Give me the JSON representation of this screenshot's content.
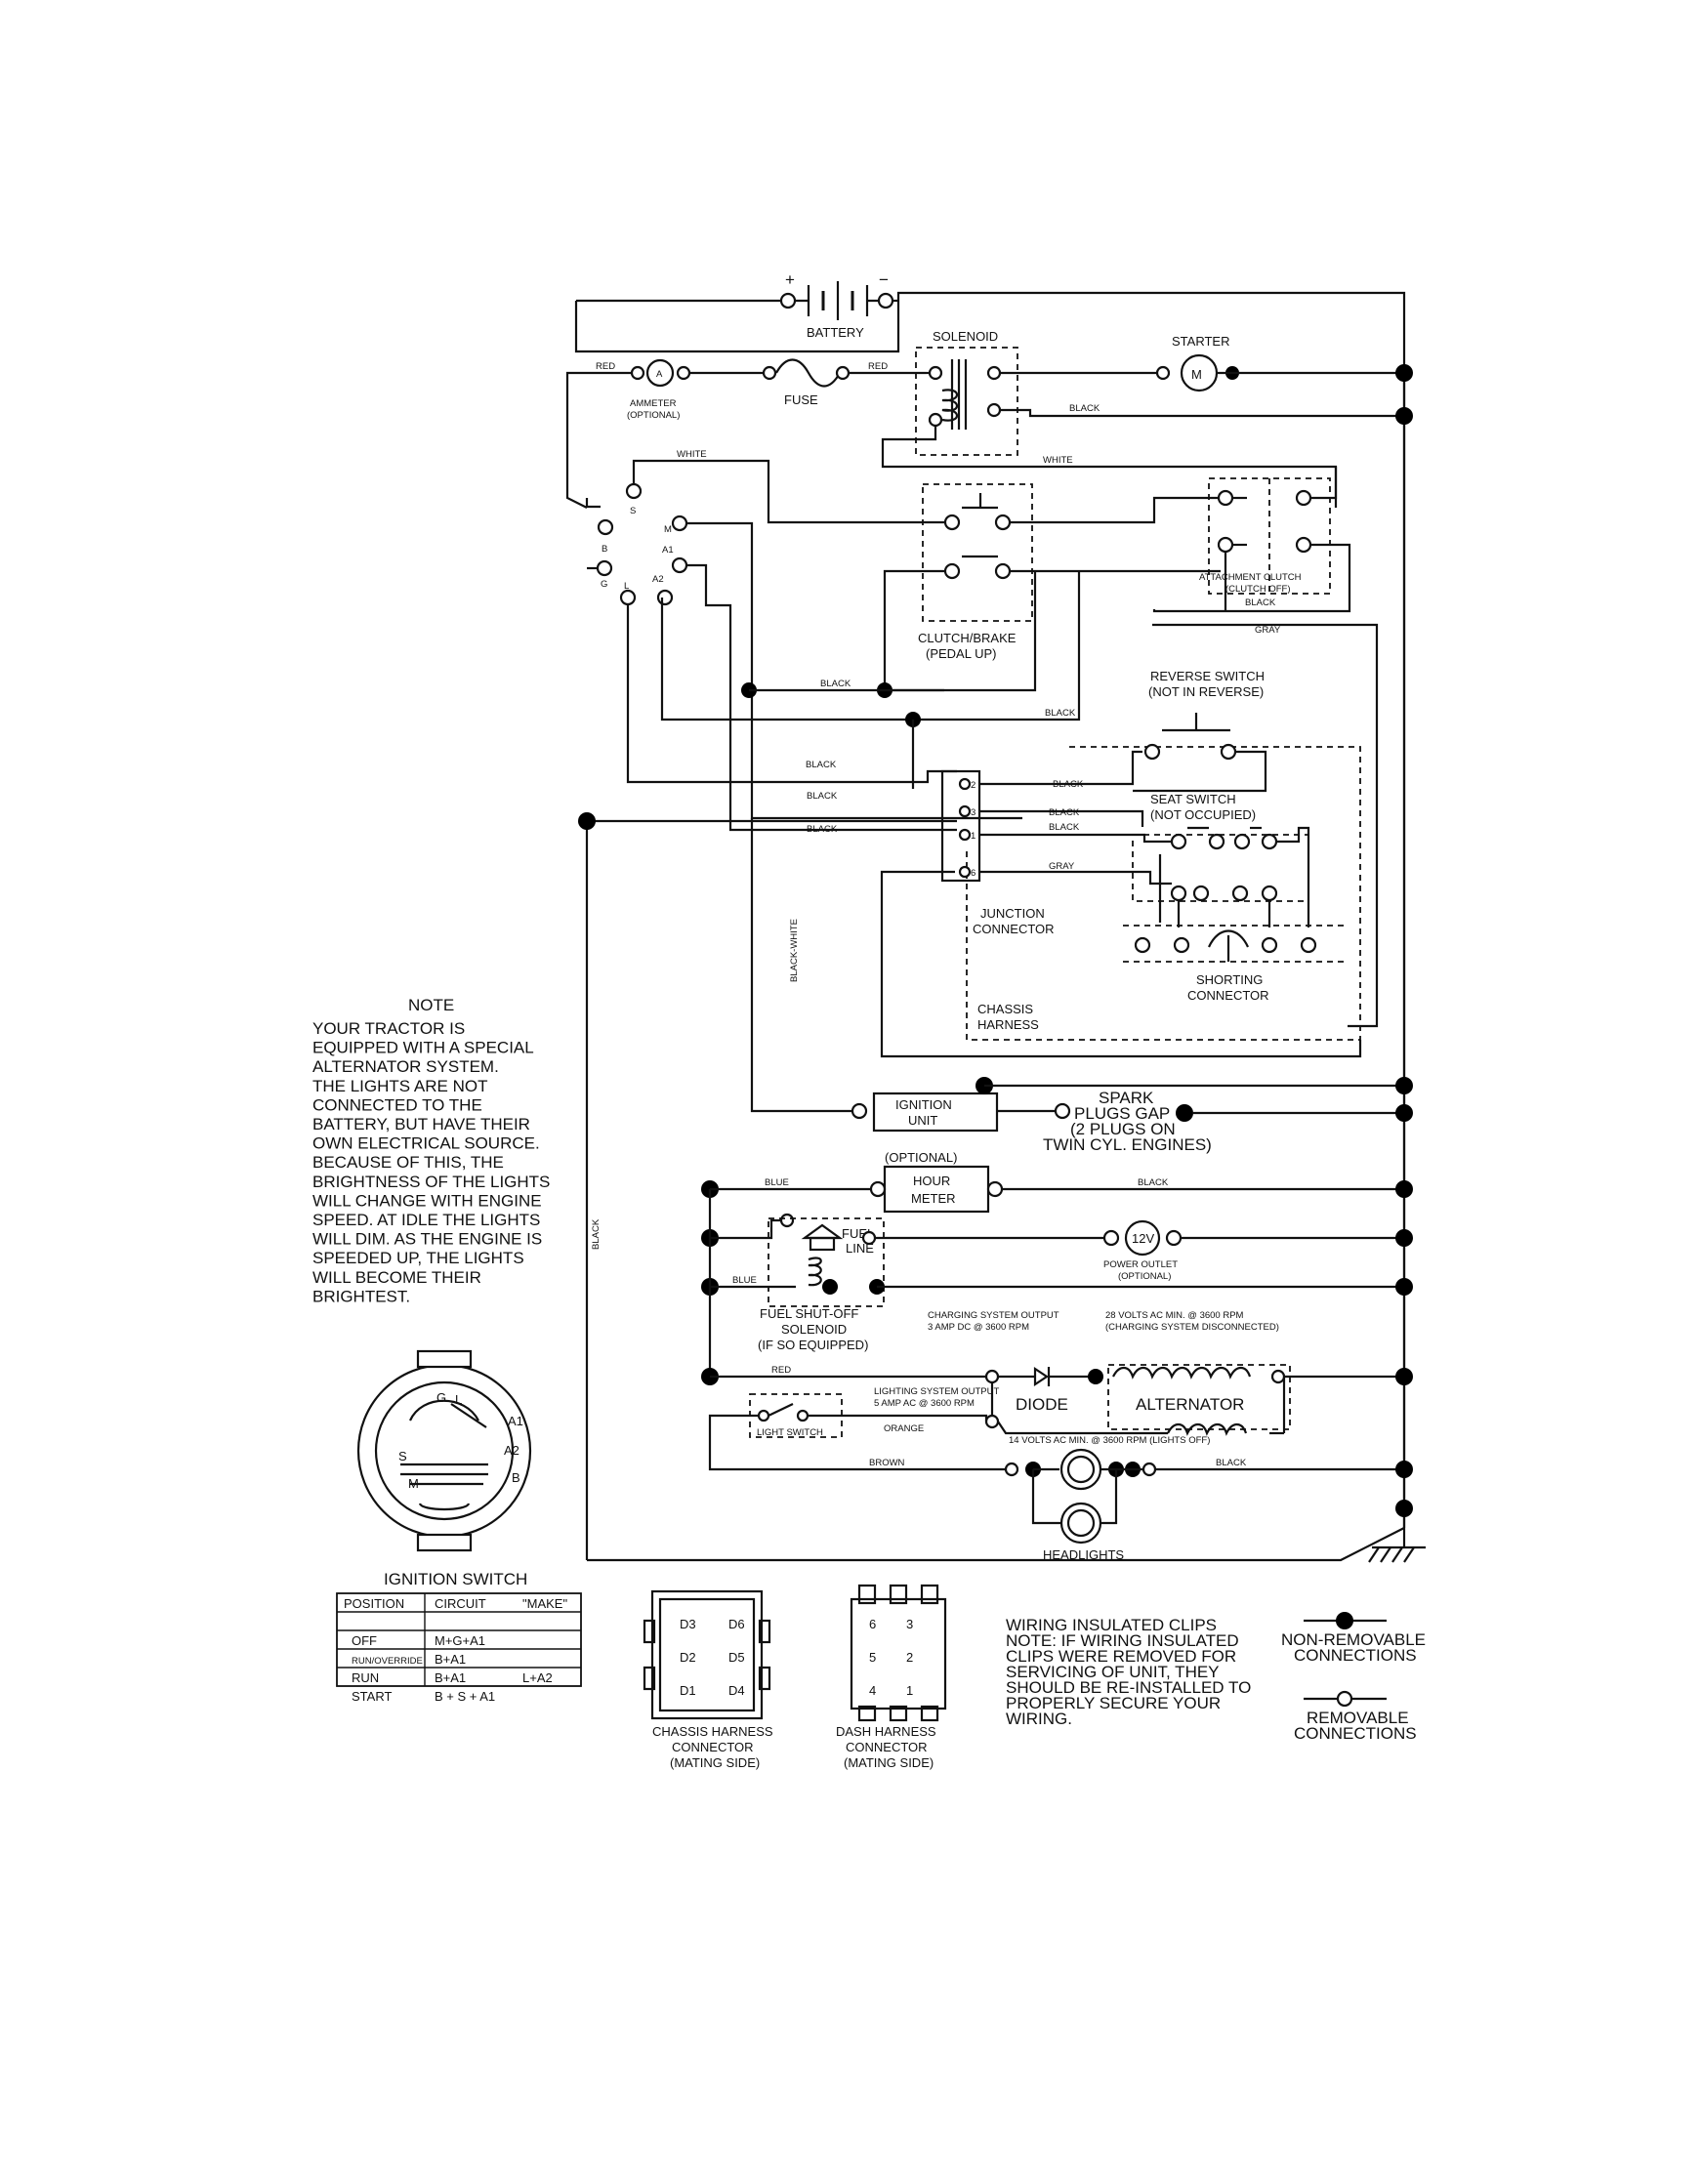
{
  "labels": {
    "battery": "BATTERY",
    "plus": "+",
    "minus": "−",
    "solenoid": "SOLENOID",
    "starter": "STARTER",
    "starter_m": "M",
    "ammeter": "AMMETER",
    "ammeter_optional": "(OPTIONAL)",
    "ammeter_a": "A",
    "fuse": "FUSE",
    "clutch_brake": "CLUTCH/BRAKE",
    "pedal_up": "(PEDAL UP)",
    "attachment_clutch": "ATTACHMENT CLUTCH",
    "clutch_off": "(CLUTCH OFF)",
    "reverse_switch": "REVERSE SWITCH",
    "not_in_reverse": "(NOT IN REVERSE)",
    "seat_switch": "SEAT SWITCH",
    "not_occupied": "(NOT OCCUPIED)",
    "junction": "JUNCTION",
    "connector": "CONNECTOR",
    "shorting": "SHORTING",
    "shorting_connector": "CONNECTOR",
    "chassis": "CHASSIS",
    "harness": "HARNESS",
    "ignition_unit_1": "IGNITION",
    "ignition_unit_2": "UNIT",
    "spark_1": "SPARK",
    "spark_2": "PLUGS GAP",
    "spark_3": "(2 PLUGS ON",
    "spark_4": "TWIN CYL. ENGINES)",
    "optional": "(OPTIONAL)",
    "hour_1": "HOUR",
    "hour_2": "METER",
    "fuel_line_1": "FUEL",
    "fuel_line_2": "LINE",
    "power_outlet": "POWER OUTLET",
    "power_outlet_opt": "(OPTIONAL)",
    "v12": "12V",
    "fuel_shutoff_1": "FUEL SHUT-OFF",
    "fuel_shutoff_2": "SOLENOID",
    "fuel_shutoff_3": "(IF SO EQUIPPED)",
    "charging_1": "CHARGING SYSTEM OUTPUT",
    "charging_2": "3 AMP DC @ 3600 RPM",
    "v28_1": "28 VOLTS AC MIN. @ 3600 RPM",
    "v28_2": "(CHARGING SYSTEM DISCONNECTED)",
    "lighting_1": "LIGHTING SYSTEM OUTPUT",
    "lighting_2": "5 AMP AC @ 3600 RPM",
    "diode": "DIODE",
    "alternator": "ALTERNATOR",
    "light_switch": "LIGHT SWITCH",
    "v14": "14 VOLTS AC MIN. @ 3600 RPM (LIGHTS OFF)",
    "headlights": "HEADLIGHTS",
    "pin_b": "B",
    "pin_s": "S",
    "pin_m": "M",
    "pin_g": "G",
    "pin_l": "L",
    "pin_a1": "A1",
    "pin_a2": "A2",
    "pin_2": "2",
    "pin_3": "3",
    "pin_1": "1",
    "pin_6": "6"
  },
  "wires": {
    "red": "RED",
    "white": "WHITE",
    "black": "BLACK",
    "gray": "GRAY",
    "blue": "BLUE",
    "orange": "ORANGE",
    "brown": "BROWN",
    "black_white": "BLACK-WHITE"
  },
  "note": {
    "title": "NOTE",
    "lines": [
      "YOUR TRACTOR IS",
      "EQUIPPED WITH A SPECIAL",
      "ALTERNATOR SYSTEM.",
      "THE LIGHTS ARE NOT",
      "CONNECTED TO THE",
      "BATTERY, BUT HAVE THEIR",
      "OWN ELECTRICAL SOURCE.",
      "BECAUSE OF THIS, THE",
      "BRIGHTNESS OF THE LIGHTS",
      "WILL CHANGE WITH ENGINE",
      "SPEED.  AT IDLE THE LIGHTS",
      "WILL DIM.  AS THE ENGINE IS",
      "SPEEDED UP, THE LIGHTS",
      "WILL BECOME THEIR",
      "BRIGHTEST."
    ]
  },
  "ignition_switch": {
    "title": "IGNITION SWITCH",
    "headers": [
      "POSITION",
      "CIRCUIT",
      "\"MAKE\""
    ],
    "rows": [
      [
        "OFF",
        "M+G+A1",
        ""
      ],
      [
        "RUN/OVERRIDE",
        "B+A1",
        ""
      ],
      [
        "RUN",
        "B+A1",
        "L+A2"
      ],
      [
        "START",
        "B + S + A1",
        ""
      ]
    ],
    "face_labels": [
      "G",
      "L",
      "A1",
      "A2",
      "S",
      "M",
      "B"
    ]
  },
  "connectors": {
    "chassis": [
      "CHASSIS HARNESS",
      "CONNECTOR",
      "(MATING SIDE)"
    ],
    "dash": [
      "DASH HARNESS",
      "CONNECTOR",
      "(MATING SIDE)"
    ],
    "chassis_pins": [
      "D3",
      "D6",
      "D2",
      "D5",
      "D1",
      "D4"
    ],
    "dash_pins": [
      "6",
      "3",
      "5",
      "2",
      "4",
      "1"
    ]
  },
  "clips_note": [
    "WIRING INSULATED CLIPS",
    "NOTE: IF WIRING INSULATED",
    "CLIPS WERE REMOVED FOR",
    "SERVICING OF UNIT, THEY",
    "SHOULD BE RE-INSTALLED TO",
    "PROPERLY SECURE YOUR",
    "WIRING."
  ],
  "legend": {
    "non_removable": [
      "NON-REMOVABLE",
      "CONNECTIONS"
    ],
    "removable": [
      "REMOVABLE",
      "CONNECTIONS"
    ]
  }
}
